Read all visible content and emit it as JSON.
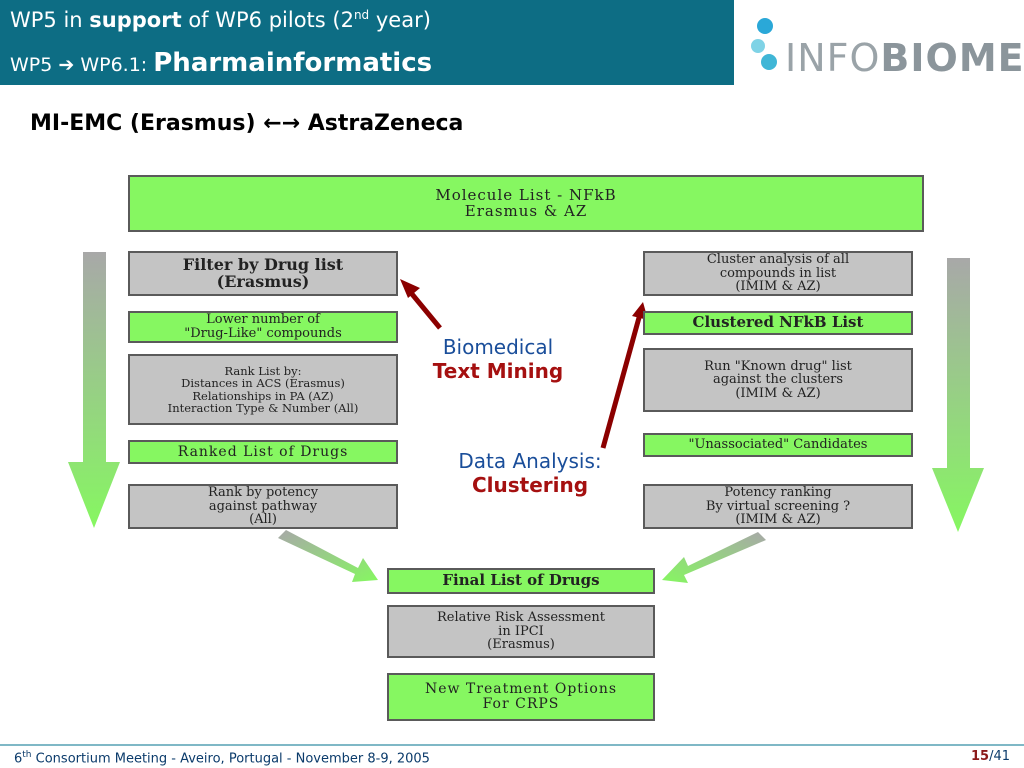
{
  "header": {
    "line1_a": "WP5 in ",
    "line1_b": "support",
    "line1_c": " of WP6 pilots (2",
    "line1_sup": "nd",
    "line1_d": " year)",
    "line2_a": "WP5 ",
    "line2_arrow": "➔",
    "line2_b": " WP6.1: ",
    "line2_c": "Pharmainformatics"
  },
  "logo": {
    "text_a": "INFO",
    "text_b": "BIOMED"
  },
  "subtitle": "MI-EMC (Erasmus) ←→ AstraZeneca",
  "diagram": {
    "top": "Molecule List - NFkB\nErasmus & AZ",
    "left": [
      "Filter by Drug list\n(Erasmus)",
      "Lower number of\n\"Drug-Like\" compounds",
      "Rank List by:\nDistances in ACS (Erasmus)\nRelationships in PA (AZ)\nInteraction Type & Number (All)",
      "Ranked List of Drugs",
      "Rank by potency\nagainst pathway\n(All)"
    ],
    "right": [
      "Cluster analysis of all\ncompounds in list\n(IMIM & AZ)",
      "Clustered NFkB List",
      "Run \"Known drug\" list\nagainst the clusters\n(IMIM & AZ)",
      "\"Unassociated\" Candidates",
      "Potency ranking\nBy virtual screening ?\n(IMIM & AZ)"
    ],
    "bottom": [
      "Final List of Drugs",
      "Relative Risk Assessment\nin IPCI\n(Erasmus)",
      "New Treatment Options\nFor CRPS"
    ]
  },
  "annotations": {
    "a1_line1": "Biomedical",
    "a1_line2": "Text Mining",
    "a2_line1": "Data Analysis:",
    "a2_line2": "Clustering"
  },
  "footer": {
    "sup_num": "6",
    "sup": "th",
    "text": "  Consortium Meeting  - Aveiro, Portugal  - November 8-9, 2005",
    "page": "15",
    "total": "/41"
  },
  "colors": {
    "header_bg": "#0d6d84",
    "green_box": "#86f761",
    "gray_box": "#c4c4c4",
    "arrow_red": "#8b0000"
  }
}
